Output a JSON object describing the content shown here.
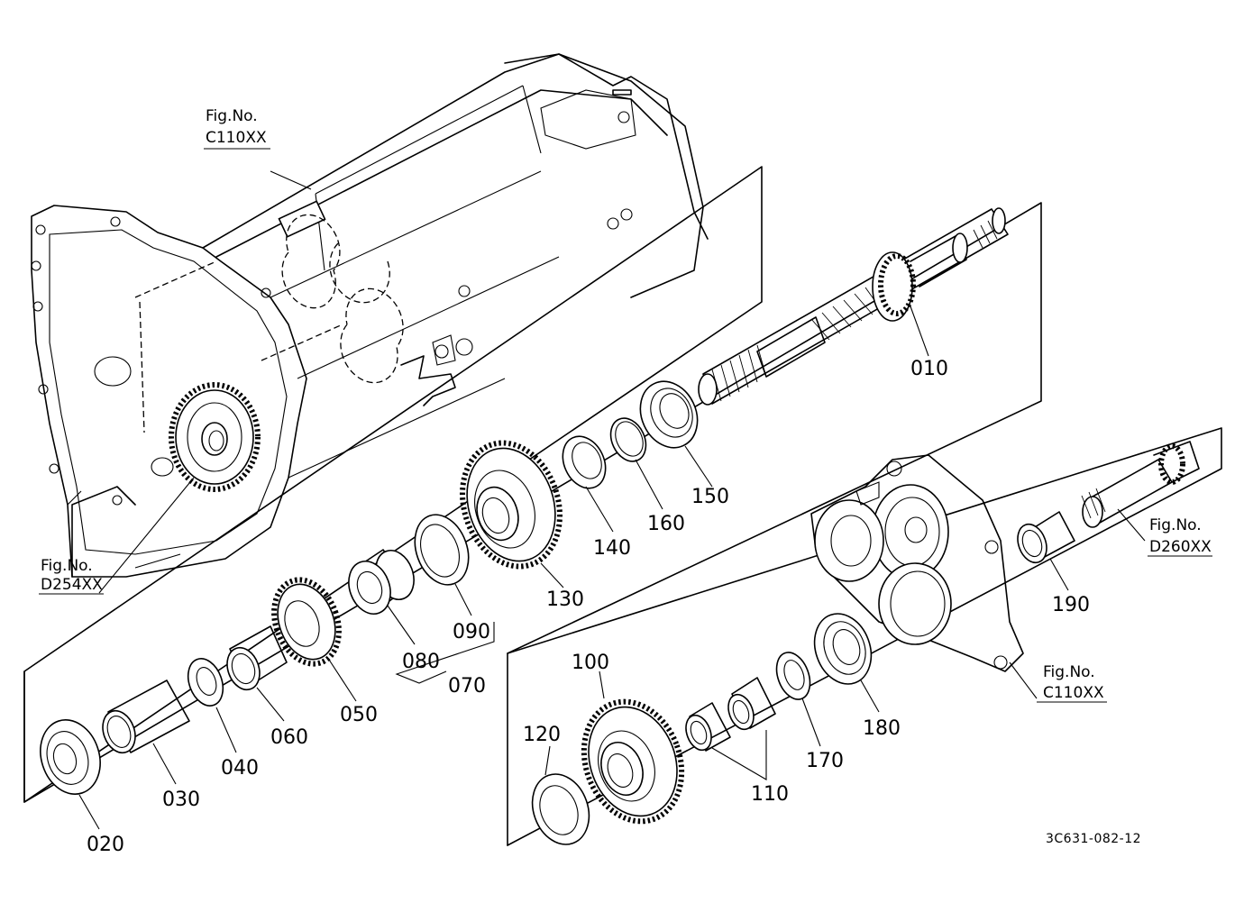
{
  "parts": [
    {
      "id": "p010",
      "label": "010"
    },
    {
      "id": "p020",
      "label": "020"
    },
    {
      "id": "p030",
      "label": "030"
    },
    {
      "id": "p040",
      "label": "040"
    },
    {
      "id": "p050",
      "label": "050"
    },
    {
      "id": "p060",
      "label": "060"
    },
    {
      "id": "p070",
      "label": "070"
    },
    {
      "id": "p080",
      "label": "080"
    },
    {
      "id": "p090",
      "label": "090"
    },
    {
      "id": "p100",
      "label": "100"
    },
    {
      "id": "p110",
      "label": "110"
    },
    {
      "id": "p120",
      "label": "120"
    },
    {
      "id": "p130",
      "label": "130"
    },
    {
      "id": "p140",
      "label": "140"
    },
    {
      "id": "p150",
      "label": "150"
    },
    {
      "id": "p160",
      "label": "160"
    },
    {
      "id": "p170",
      "label": "170"
    },
    {
      "id": "p180",
      "label": "180"
    },
    {
      "id": "p190",
      "label": "190"
    }
  ],
  "references": {
    "fig_prefix": "Fig.No.",
    "ref_c110_top": "C110XX",
    "ref_d254": "D254XX",
    "ref_d260": "D260XX",
    "ref_c110_right": "C110XX"
  },
  "drawing_code": "3C631-082-12"
}
